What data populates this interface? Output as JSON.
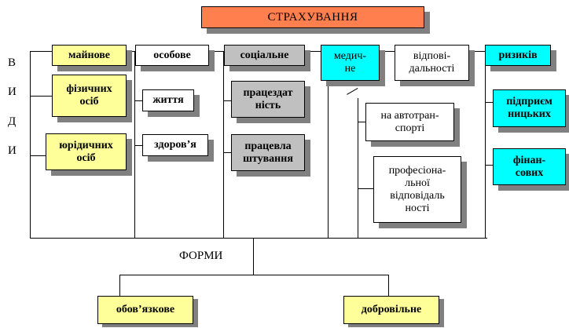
{
  "title": "СТРАХУВАННЯ",
  "side_label": [
    "В",
    "И",
    "Д",
    "И"
  ],
  "categories": {
    "property": "майнове",
    "personal": "особове",
    "social": "соціальне",
    "medical": "медич-\nне",
    "liability": "відпові-\nдальності",
    "risks": "ризиків"
  },
  "property_items": [
    "фізичних\nосіб",
    "юрідичних\nосіб"
  ],
  "personal_items": [
    "життя",
    "здоров’я"
  ],
  "social_items": [
    "працездат\nність",
    "працевла\nштування"
  ],
  "liability_items": [
    "на автотран-\nспорті",
    "професіона-\nльної\nвідповідаль\nності"
  ],
  "risk_items": [
    "підприєм\nницьких",
    "фінан-\nсових"
  ],
  "forms_label": "ФОРМИ",
  "forms": [
    "обов’язкове",
    "добровільне"
  ]
}
